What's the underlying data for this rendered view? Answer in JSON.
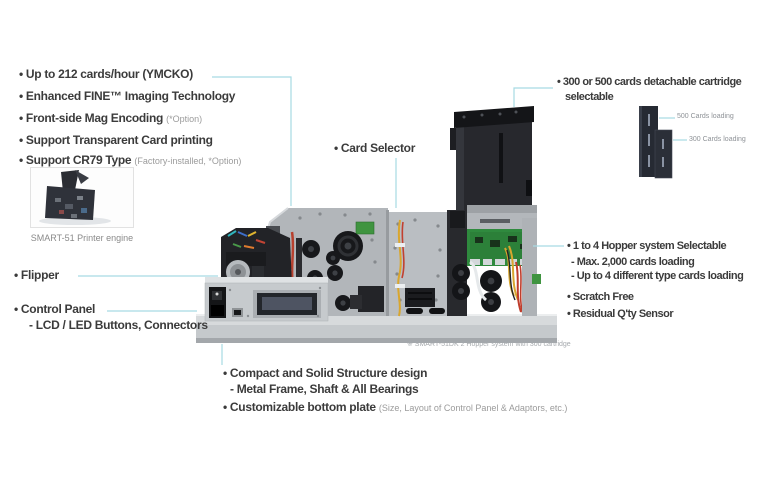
{
  "left_features": {
    "f1": "• Up to 212 cards/hour (YMCKO)",
    "f2": "• Enhanced FINE™ Imaging Technology",
    "f3_main": "• Front-side Mag Encoding",
    "f3_note": "(*Option)",
    "f4": "• Support Transparent Card printing",
    "f5_main": "• Support CR79 Type",
    "f5_note": "(Factory-installed, *Option)"
  },
  "engine_image": {
    "caption": "SMART-51 Printer engine"
  },
  "flipper_label": "• Flipper",
  "control_panel": {
    "label": "• Control Panel",
    "sub": "- LCD / LED Buttons, Connectors"
  },
  "card_selector_label": "• Card Selector",
  "cartridge_callout": {
    "line1": "• 300 or 500 cards detachable cartridge",
    "line2": "selectable",
    "label_500": "500 Cards loading",
    "label_300": "300 Cards loading"
  },
  "hopper_callout": {
    "title": "• 1 to 4 Hopper system Selectable",
    "sub1": "- Max. 2,000 cards loading",
    "sub2": "- Up to 4 different type cards loading"
  },
  "scratch_free_label": "• Scratch Free",
  "residual_label": "• Residual Q'ty Sensor",
  "bottom_features": {
    "item1": "• Compact and Solid Structure design",
    "item1_sub": "- Metal Frame, Shaft & All Bearings",
    "item2_main": "• Customizable bottom plate",
    "item2_note": "(Size, Layout of Control Panel & Adaptors, etc.)"
  },
  "machine_caption": "※ SMART-51DK 2 Hopper system with 300 cartridge",
  "colors": {
    "callout_line": "#a7dae3",
    "text_dark": "#3b3b3b",
    "text_note": "#9b9b9b",
    "pcb_green": "#2f8a3e"
  }
}
